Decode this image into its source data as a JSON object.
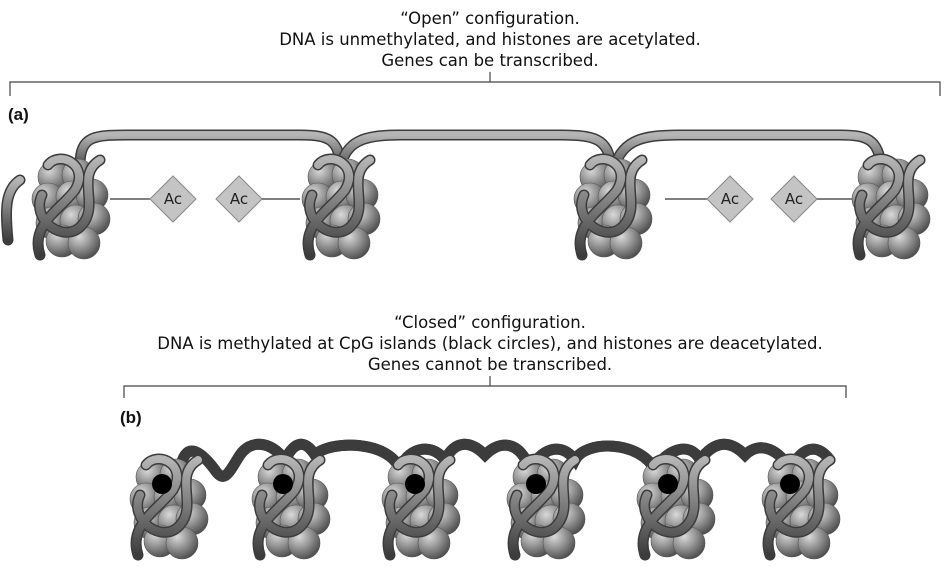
{
  "panel_a": {
    "label": "(a)",
    "caption": [
      "“Open” configuration.",
      "DNA is unmethylated, and histones are acetylated.",
      "Genes can be transcribed."
    ],
    "acetyl_tag": "Ac"
  },
  "panel_b": {
    "label": "(b)",
    "caption": [
      "“Closed” configuration.",
      "DNA is methylated at CpG islands (black circles), and histones are deacetylated.",
      "Genes cannot be transcribed."
    ]
  },
  "colors": {
    "histone": "#8a8a8a",
    "dna": "#7a7a7a",
    "acetyl_tag": "#c4c4c4",
    "methyl_mark": "#000000"
  }
}
